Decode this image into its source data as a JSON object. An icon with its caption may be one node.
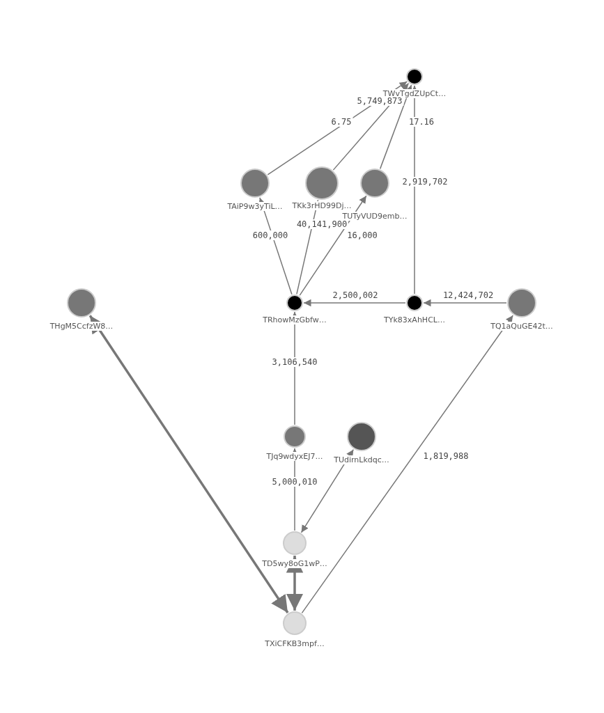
{
  "diagram": {
    "nodes": [
      {
        "text": [],
        "shape": "circle",
        "beside": [
          "TWvTgdZUpCt…"
        ]
      },
      {
        "text": [],
        "shape": "circle",
        "beside": [
          "TAiP9w3yTiL…"
        ]
      },
      {
        "text": [],
        "shape": "circle",
        "beside": [
          "TKk3rHD99Dj…"
        ]
      },
      {
        "text": [],
        "shape": "circle",
        "beside": [
          "TUTyVUD9emb…"
        ]
      },
      {
        "text": [],
        "shape": "circle",
        "beside": [
          "THgM5CcfzW8…"
        ]
      },
      {
        "text": [],
        "shape": "circle",
        "beside": [
          "TRhowMzGbfw…"
        ]
      },
      {
        "text": [],
        "shape": "circle",
        "beside": [
          "TYk83xAhHCL…"
        ]
      },
      {
        "text": [],
        "shape": "circle",
        "beside": [
          "TQ1aQuGE42t…"
        ]
      },
      {
        "text": [],
        "shape": "circle",
        "beside": [
          "TJq9wdyxEJ7…"
        ]
      },
      {
        "text": [],
        "shape": "circle",
        "beside": [
          "TUdirnLkdqc…"
        ]
      },
      {
        "text": [],
        "shape": "circle",
        "beside": [
          "TD5wy8oG1wP…"
        ]
      },
      {
        "text": [],
        "shape": "circle",
        "beside": [
          "TXiCFKB3mpf…"
        ]
      }
    ],
    "edges": [
      {
        "from": 1,
        "to": 0,
        "arrow": "to",
        "label": "6.75"
      },
      {
        "from": 2,
        "to": 0,
        "arrow": "to",
        "label": "5,749,873"
      },
      {
        "from": 3,
        "to": 0,
        "arrow": "to",
        "label": "17.16"
      },
      {
        "from": 6,
        "to": 0,
        "arrow": "to",
        "label": "2,919,702"
      },
      {
        "from": 5,
        "to": 1,
        "arrow": "to",
        "label": "600,000"
      },
      {
        "from": 5,
        "to": 2,
        "arrow": "to",
        "label": "40,141,900"
      },
      {
        "from": 5,
        "to": 3,
        "arrow": "to",
        "label": "16,000"
      },
      {
        "from": 6,
        "to": 5,
        "arrow": "to",
        "label": "2,500,002"
      },
      {
        "from": 7,
        "to": 6,
        "arrow": "to",
        "label": "12,424,702"
      },
      {
        "from": 8,
        "to": 5,
        "arrow": "to",
        "label": "3,106,540"
      },
      {
        "from": 10,
        "to": 8,
        "arrow": "to",
        "label": "5,000,010"
      },
      {
        "from": 9,
        "to": 10,
        "arrow": "both"
      },
      {
        "from": 10,
        "to": 11,
        "arrow": "both",
        "style": "thick"
      },
      {
        "from": 11,
        "to": 4,
        "arrow": "both",
        "style": "thick"
      },
      {
        "from": 11,
        "to": 7,
        "arrow": "to",
        "label": "1,819,988"
      }
    ]
  }
}
